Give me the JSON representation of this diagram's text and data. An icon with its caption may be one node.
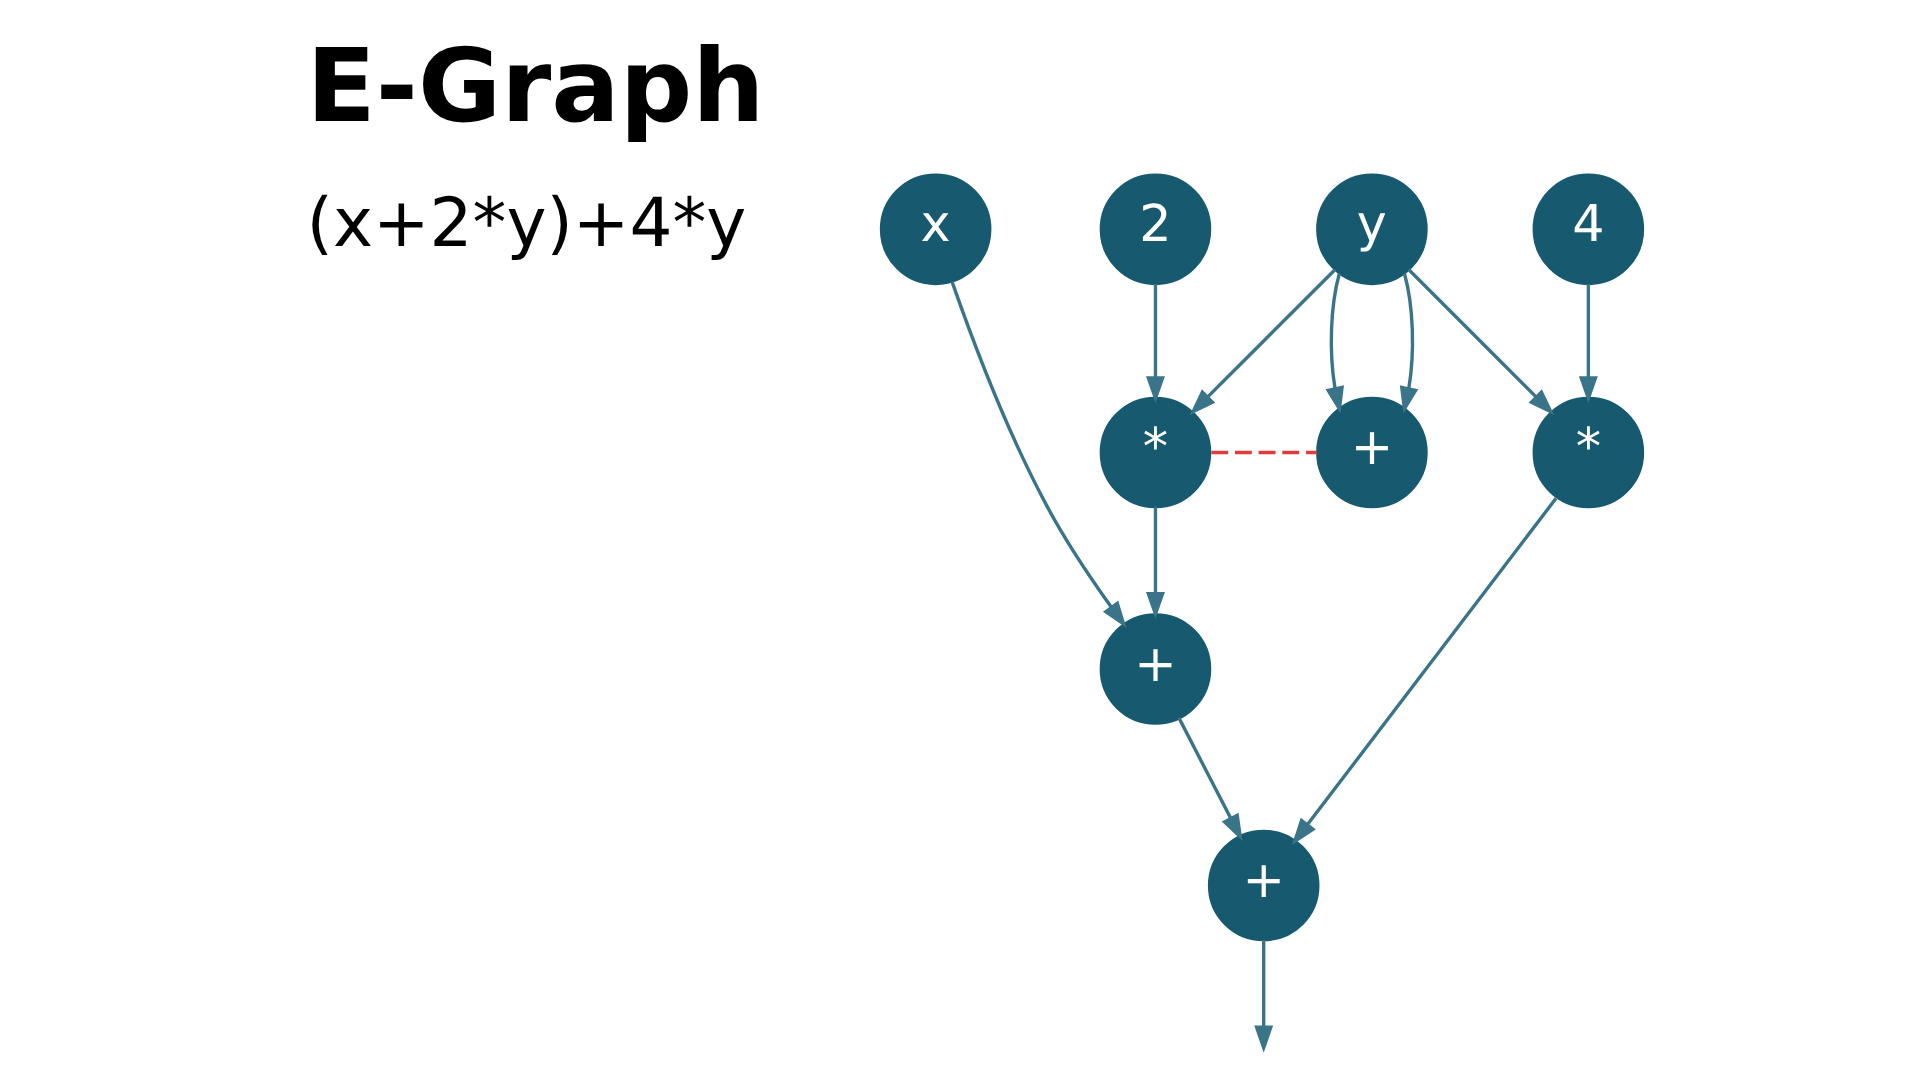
{
  "diagram": {
    "title": "E-Graph",
    "nodes": [
      {
        "text": [
          "x"
        ]
      },
      {
        "text": [
          "2"
        ]
      },
      {
        "text": [
          "y"
        ]
      },
      {
        "text": [
          "4"
        ]
      },
      {
        "text": [
          "*"
        ]
      },
      {
        "text": [
          "+"
        ]
      },
      {
        "text": [
          "*"
        ]
      },
      {
        "text": [
          "+"
        ]
      },
      {
        "text": [
          "+"
        ]
      }
    ],
    "edges": [
      {
        "from": 1,
        "to": 4,
        "arrow": "to"
      },
      {
        "from": 2,
        "to": 4,
        "arrow": "to"
      },
      {
        "from": 2,
        "to": 6,
        "arrow": "to"
      },
      {
        "from": 3,
        "to": 6,
        "arrow": "to"
      },
      {
        "from": 2,
        "to": 5,
        "arrow": "to"
      },
      {
        "from": 2,
        "to": 5,
        "arrow": "to"
      },
      {
        "from": 4,
        "to": 5,
        "arrow": "none",
        "style": "dashed",
        "color": "#e03c3c"
      },
      {
        "from": 0,
        "to": 7,
        "arrow": "to"
      },
      {
        "from": 4,
        "to": 7,
        "arrow": "to"
      },
      {
        "from": 7,
        "to": 8,
        "arrow": "to"
      },
      {
        "from": 6,
        "to": 8,
        "arrow": "to"
      },
      {
        "from": 8,
        "to": null,
        "arrow": "to"
      }
    ],
    "labels": [
      "(x+2*y)+4*y"
    ]
  }
}
